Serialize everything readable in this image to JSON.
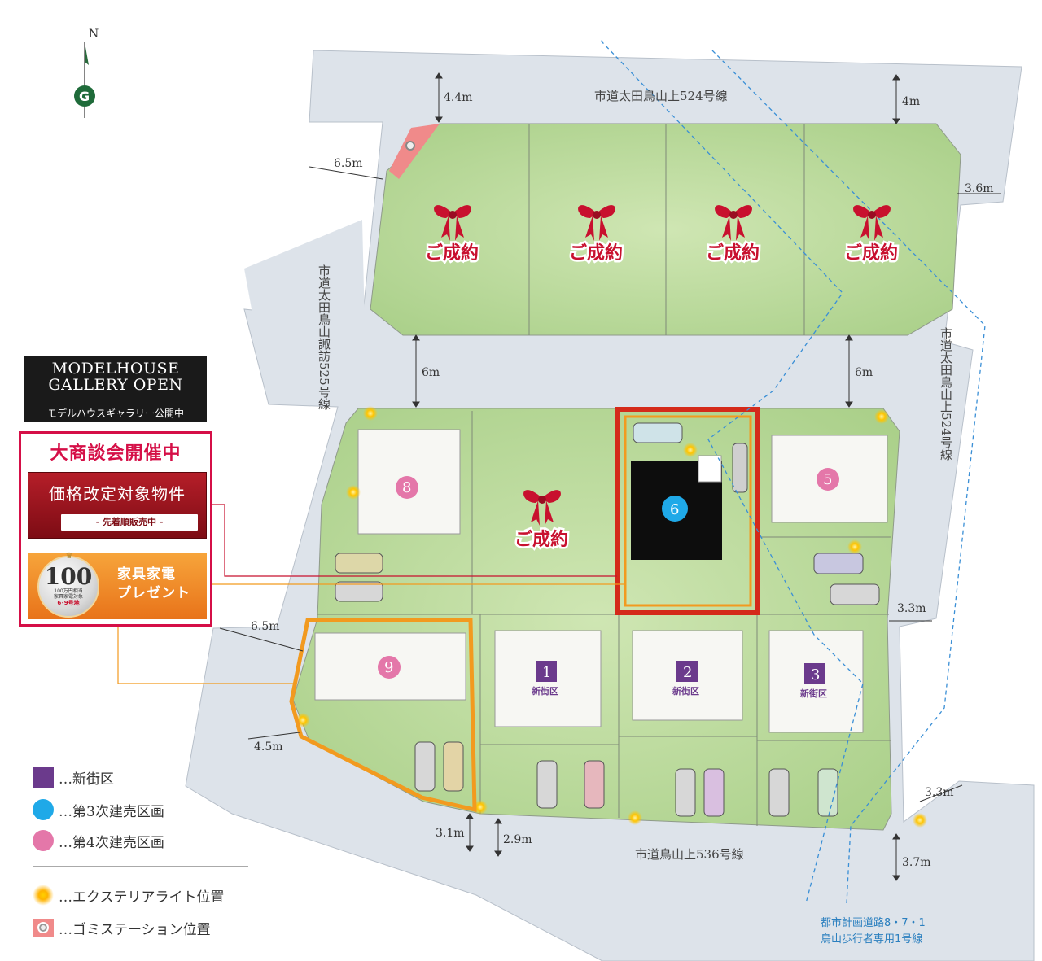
{
  "compass": {
    "north": "N"
  },
  "roads": {
    "top": "市道太田鳥山上524号線",
    "left_vertical": "市道太田鳥山諏訪525号線",
    "right_vertical": "市道太田鳥山上524号線",
    "bottom": "市道鳥山上536号線",
    "planned": [
      "都市計画道路8・7・1",
      "鳥山歩行者専用1号線"
    ]
  },
  "dimensions": {
    "top_width": "4.4m",
    "top_right": "4m",
    "left_upper": "6.5m",
    "right_upper": "3.6m",
    "middle_left": "6m",
    "middle_right": "6m",
    "right_mid": "3.3m",
    "left_lower": "6.5m",
    "left_bottom": "4.5m",
    "bottom_a": "3.1m",
    "bottom_b": "2.9m",
    "right_bottom": "3.3m",
    "bottom_right": "3.7m"
  },
  "sold_label": "ご成約",
  "lots": {
    "l8": "8",
    "l6": "6",
    "l5": "5",
    "l9": "9",
    "l1": "1",
    "l2": "2",
    "l3": "3",
    "new_district": "新街区"
  },
  "modelhouse": {
    "title1": "MODELHOUSE",
    "title2": "GALLERY OPEN",
    "subtitle": "モデルハウスギャラリー公開中"
  },
  "deal": {
    "heading": "大商談会開催中",
    "price_title": "価格改定対象物件",
    "price_sub": "- 先着順販売中 -",
    "medal_num": "100",
    "medal_sub1": "100万円相当",
    "medal_sub2": "家具家電対象",
    "medal_sub3": "6･9号地",
    "gift1": "家具家電",
    "gift2": "プレゼント"
  },
  "legend": {
    "new_district": "…新街区",
    "third": "…第3次建売区画",
    "fourth": "…第4次建売区画",
    "light": "…エクステリアライト位置",
    "gomi": "…ゴミステーション位置"
  },
  "colors": {
    "lot_green": "#b9d89a",
    "road_gray": "#dde3ea",
    "purple": "#6b3a8c",
    "cyan": "#1fa9e8",
    "pink": "#e477a9",
    "sold_red": "#c8102e",
    "frame_red": "#d42a1a",
    "frame_orange": "#f29a1f"
  }
}
